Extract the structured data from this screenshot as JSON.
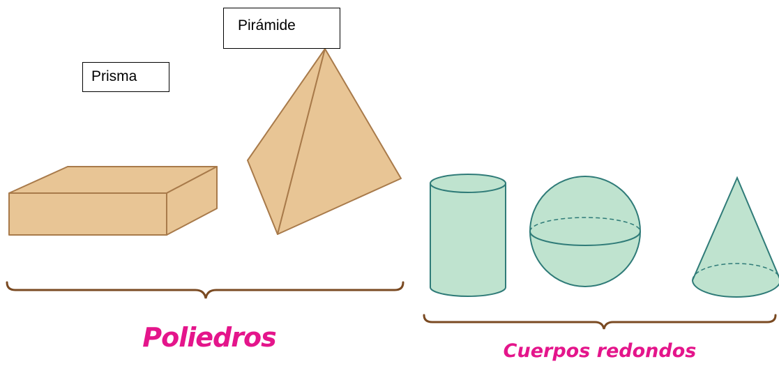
{
  "labels": {
    "prism": "Prisma",
    "pyramid": "Pirámide",
    "polyhedra": "Poliedros",
    "round_bodies": "Cuerpos redondos"
  },
  "colors": {
    "polyhedra_fill": "#e8c595",
    "polyhedra_stroke": "#a87a4a",
    "round_fill": "#bfe3cf",
    "round_stroke": "#2f7b78",
    "brace": "#7a4a22",
    "group_label": "#e4158b"
  },
  "shapes": [
    "prism",
    "pyramid",
    "cylinder",
    "sphere",
    "cone"
  ]
}
